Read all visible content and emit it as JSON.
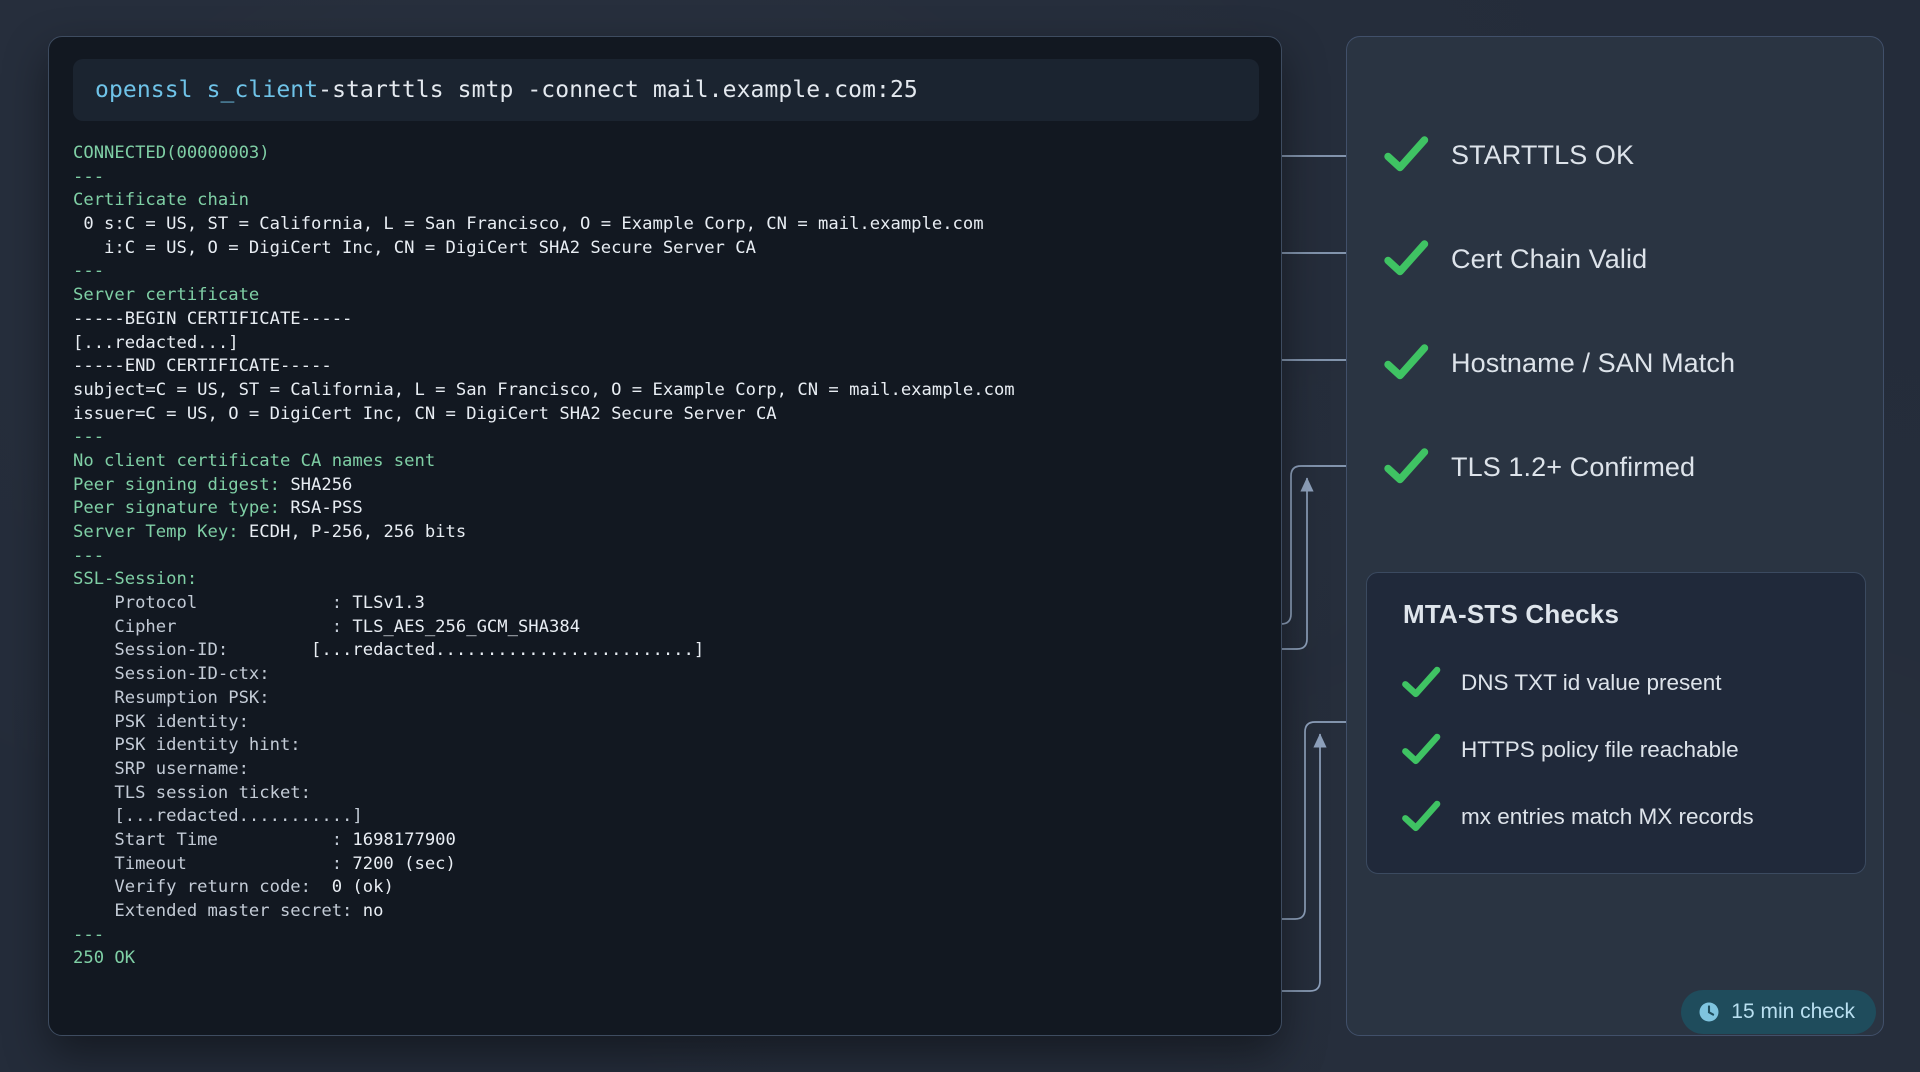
{
  "terminal": {
    "command": {
      "program": "openssl s_client",
      "args": " -starttls smtp -connect mail.example.com:25"
    },
    "lines": [
      {
        "cls": "c-green",
        "text": "CONNECTED(00000003)"
      },
      {
        "cls": "c-green",
        "text": "---"
      },
      {
        "cls": "c-green",
        "text": "Certificate chain"
      },
      {
        "cls": "c-white",
        "text": " 0 s:C = US, ST = California, L = San Francisco, O = Example Corp, CN = mail.example.com"
      },
      {
        "cls": "c-white",
        "text": "   i:C = US, O = DigiCert Inc, CN = DigiCert SHA2 Secure Server CA"
      },
      {
        "cls": "c-green",
        "text": "---"
      },
      {
        "cls": "c-green",
        "text": "Server certificate"
      },
      {
        "cls": "c-white",
        "text": "-----BEGIN CERTIFICATE-----"
      },
      {
        "cls": "c-white",
        "text": "[...redacted...]"
      },
      {
        "cls": "c-white",
        "text": "-----END CERTIFICATE-----"
      },
      {
        "cls": "c-white",
        "text": "subject=C = US, ST = California, L = San Francisco, O = Example Corp, CN = mail.example.com"
      },
      {
        "cls": "c-white",
        "text": "issuer=C = US, O = DigiCert Inc, CN = DigiCert SHA2 Secure Server CA"
      },
      {
        "cls": "c-green",
        "text": "---"
      },
      {
        "cls": "c-green",
        "text": "No client certificate CA names sent"
      },
      {
        "cls": "c-green",
        "text": "Peer signing digest: ",
        "white": "SHA256"
      },
      {
        "cls": "c-green",
        "text": "Peer signature type: ",
        "white": "RSA-PSS"
      },
      {
        "cls": "c-green",
        "text": "Server Temp Key: ",
        "white": "ECDH, P-256, 256 bits"
      },
      {
        "cls": "c-green",
        "text": "---"
      },
      {
        "cls": "c-green",
        "text": "SSL-Session:"
      },
      {
        "cls": "c-gray",
        "text": "    Protocol             : ",
        "white": "TLSv1.3"
      },
      {
        "cls": "c-gray",
        "text": "    Cipher               : ",
        "white": "TLS_AES_256_GCM_SHA384"
      },
      {
        "cls": "c-gray",
        "text": "    Session-ID:        ",
        "white": "[...redacted.........................]"
      },
      {
        "cls": "c-gray",
        "text": "    Session-ID-ctx:"
      },
      {
        "cls": "c-gray",
        "text": "    Resumption PSK:"
      },
      {
        "cls": "c-gray",
        "text": "    PSK identity:"
      },
      {
        "cls": "c-gray",
        "text": "    PSK identity hint:"
      },
      {
        "cls": "c-gray",
        "text": "    SRP username:"
      },
      {
        "cls": "c-gray",
        "text": "    TLS session ticket:"
      },
      {
        "cls": "c-gray",
        "text": "    [...redacted...........]"
      },
      {
        "cls": "c-gray",
        "text": "    Start Time           : ",
        "white": "1698177900"
      },
      {
        "cls": "c-gray",
        "text": "    Timeout              : ",
        "white": "7200 (sec)"
      },
      {
        "cls": "c-gray",
        "text": "    Verify return code:  ",
        "white": "0 (ok)"
      },
      {
        "cls": "c-gray",
        "text": "    Extended master secret: ",
        "white": "no"
      },
      {
        "cls": "c-green",
        "text": "---"
      },
      {
        "cls": "c-green",
        "text": "250 OK"
      }
    ]
  },
  "checks": {
    "items": [
      {
        "label": "STARTTLS OK"
      },
      {
        "label": "Cert Chain Valid"
      },
      {
        "label": "Hostname / SAN Match"
      },
      {
        "label": "TLS 1.2+ Confirmed"
      }
    ]
  },
  "mta_sts": {
    "title": "MTA-STS Checks",
    "items": [
      {
        "label": "DNS TXT id value present"
      },
      {
        "label": "HTTPS policy file reachable"
      },
      {
        "label": "mx entries match MX records"
      }
    ]
  },
  "badge": {
    "label": "15 min check"
  },
  "colors": {
    "background": "#242c3a",
    "terminal_bg": "#121821",
    "panel_bg": "#2a3442",
    "subpanel_bg": "#20293a",
    "check_green": "#3fc363",
    "accent_cyan": "#6fc3e8",
    "term_green": "#7fcfa5",
    "badge_bg": "#1f4c5c",
    "leader_line": "#8fa2bd"
  }
}
